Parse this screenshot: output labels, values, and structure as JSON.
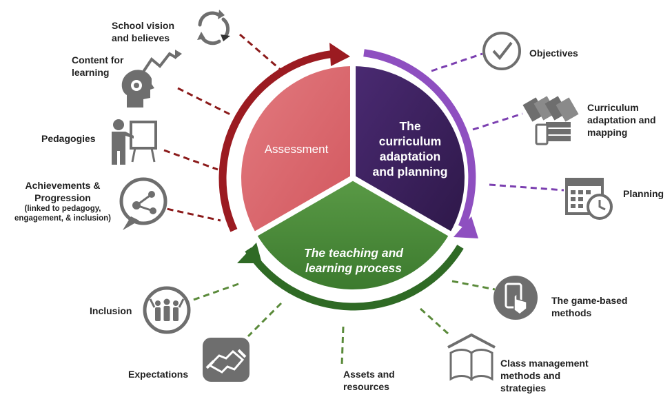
{
  "segments": {
    "assessment": {
      "title": "Assessment",
      "color": "#d9646a",
      "border_color": "#9b1b21"
    },
    "curriculum": {
      "title_lines": [
        "The",
        "curriculum",
        "adaptation",
        "and planning"
      ],
      "color": "#3b1f5e",
      "border_color": "#8e4fc0"
    },
    "teaching": {
      "title_lines": [
        "The teaching and",
        "learning process"
      ],
      "color": "#4a8a3a",
      "border_color": "#2f6a25"
    }
  },
  "items": {
    "school_vision": {
      "lines": [
        "School vision",
        "and believes"
      ],
      "icon": "cycle-arrows-icon"
    },
    "content_for_learning": {
      "lines": [
        "Content for",
        "learning"
      ],
      "icon": "head-gear-growth-icon"
    },
    "pedagogies": {
      "lines": [
        "Pedagogies"
      ],
      "icon": "teacher-board-icon"
    },
    "achievements": {
      "lines": [
        "Achievements &",
        "Progression"
      ],
      "sub_lines": [
        "(linked to pedagogy,",
        "engagement, & inclusion)"
      ],
      "icon": "network-chat-icon"
    },
    "objectives": {
      "lines": [
        "Objectives"
      ],
      "icon": "checkmark-circle-icon"
    },
    "curriculum_mapping": {
      "lines": [
        "Curriculum",
        "adaptation and",
        "mapping"
      ],
      "icon": "documents-stack-icon"
    },
    "planning": {
      "lines": [
        "Planning"
      ],
      "icon": "calendar-clock-icon"
    },
    "game_based": {
      "lines": [
        "The game-based",
        "methods"
      ],
      "icon": "touch-tablet-icon"
    },
    "class_management": {
      "lines": [
        "Class management",
        "methods and",
        "strategies"
      ],
      "icon": "open-book-house-icon"
    },
    "assets": {
      "lines": [
        "Assets and",
        "resources"
      ],
      "icon": ""
    },
    "expectations": {
      "lines": [
        "Expectations"
      ],
      "icon": "handshake-icon"
    },
    "inclusion": {
      "lines": [
        "Inclusion"
      ],
      "icon": "people-group-icon"
    }
  },
  "colors": {
    "assessment_dash": "#8b1a1a",
    "curriculum_dash": "#7b3fb0",
    "teaching_dash": "#5a8a3a",
    "icon_gray": "#6e6e6e"
  }
}
